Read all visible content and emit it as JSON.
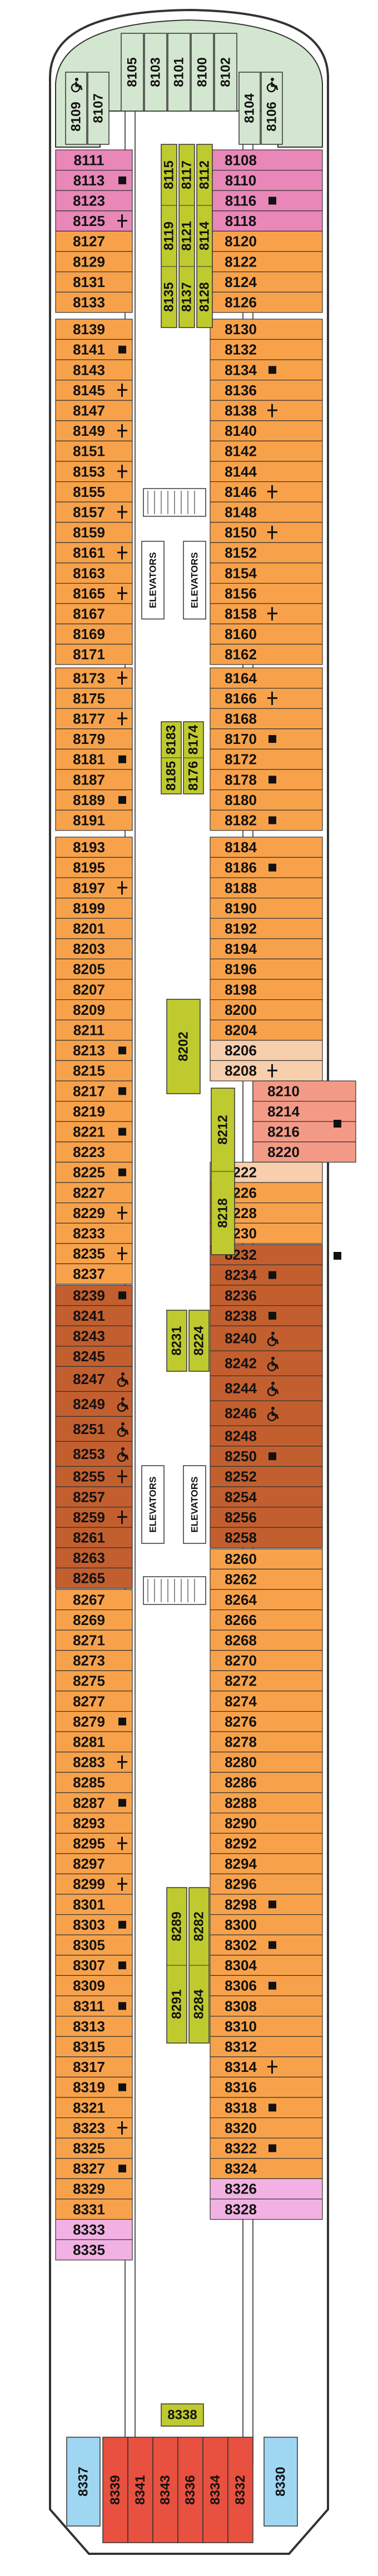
{
  "deck": {
    "colors": {
      "suite_green": "#d3e6cf",
      "pink": "#e887b8",
      "orange": "#f7a24b",
      "olive": "#bfca2e",
      "brown": "#c35f2f",
      "peach": "#f7cfad",
      "salmon": "#f39a86",
      "lavender": "#f1b2e3",
      "blue": "#9fd6f2",
      "red": "#e8503f",
      "white": "#ffffff",
      "hull_outline": "#333333"
    },
    "labels": {
      "elevators": "ELEVATORS"
    },
    "icon_legend": {
      "wheelchair-icon": "accessible cabin",
      "square-icon": "connecting cabin",
      "bed-icon": "third/fourth berth"
    },
    "left_column": [
      {
        "n": "8111",
        "c": "pink"
      },
      {
        "n": "8113",
        "c": "pink",
        "i": "square"
      },
      {
        "n": "8123",
        "c": "pink"
      },
      {
        "n": "8125",
        "c": "pink",
        "i": "bed"
      },
      {
        "n": "8127",
        "c": "orange"
      },
      {
        "n": "8129",
        "c": "orange"
      },
      {
        "n": "8131",
        "c": "orange"
      },
      {
        "n": "8133",
        "c": "orange"
      },
      {
        "n": "8139",
        "c": "orange"
      },
      {
        "n": "8141",
        "c": "orange",
        "i": "square"
      },
      {
        "n": "8143",
        "c": "orange"
      },
      {
        "n": "8145",
        "c": "orange",
        "i": "bed"
      },
      {
        "n": "8147",
        "c": "orange"
      },
      {
        "n": "8149",
        "c": "orange",
        "i": "bed"
      },
      {
        "n": "8151",
        "c": "orange"
      },
      {
        "n": "8153",
        "c": "orange",
        "i": "bed"
      },
      {
        "n": "8155",
        "c": "orange"
      },
      {
        "n": "8157",
        "c": "orange",
        "i": "bed"
      },
      {
        "n": "8159",
        "c": "orange"
      },
      {
        "n": "8161",
        "c": "orange",
        "i": "bed"
      },
      {
        "n": "8163",
        "c": "orange"
      },
      {
        "n": "8165",
        "c": "orange",
        "i": "bed"
      },
      {
        "n": "8167",
        "c": "orange"
      },
      {
        "n": "8169",
        "c": "orange"
      },
      {
        "n": "8171",
        "c": "orange"
      },
      {
        "n": "8173",
        "c": "orange",
        "i": "bed"
      },
      {
        "n": "8175",
        "c": "orange"
      },
      {
        "n": "8177",
        "c": "orange",
        "i": "bed"
      },
      {
        "n": "8179",
        "c": "orange"
      },
      {
        "n": "8181",
        "c": "orange",
        "i": "square"
      },
      {
        "n": "8187",
        "c": "orange"
      },
      {
        "n": "8189",
        "c": "orange",
        "i": "square"
      },
      {
        "n": "8191",
        "c": "orange"
      },
      {
        "n": "8193",
        "c": "orange"
      },
      {
        "n": "8195",
        "c": "orange"
      },
      {
        "n": "8197",
        "c": "orange",
        "i": "bed"
      },
      {
        "n": "8199",
        "c": "orange"
      },
      {
        "n": "8201",
        "c": "orange"
      },
      {
        "n": "8203",
        "c": "orange"
      },
      {
        "n": "8205",
        "c": "orange"
      },
      {
        "n": "8207",
        "c": "orange"
      },
      {
        "n": "8209",
        "c": "orange"
      },
      {
        "n": "8211",
        "c": "orange"
      },
      {
        "n": "8213",
        "c": "orange",
        "i": "square"
      },
      {
        "n": "8215",
        "c": "orange"
      },
      {
        "n": "8217",
        "c": "orange",
        "i": "square"
      },
      {
        "n": "8219",
        "c": "orange"
      },
      {
        "n": "8221",
        "c": "orange",
        "i": "square"
      },
      {
        "n": "8223",
        "c": "orange"
      },
      {
        "n": "8225",
        "c": "orange",
        "i": "square"
      },
      {
        "n": "8227",
        "c": "orange"
      },
      {
        "n": "8229",
        "c": "orange",
        "i": "bed"
      },
      {
        "n": "8233",
        "c": "orange"
      },
      {
        "n": "8235",
        "c": "orange",
        "i": "bed"
      },
      {
        "n": "8237",
        "c": "orange"
      },
      {
        "n": "8239",
        "c": "brown",
        "i": "square"
      },
      {
        "n": "8241",
        "c": "brown"
      },
      {
        "n": "8243",
        "c": "brown"
      },
      {
        "n": "8245",
        "c": "brown"
      },
      {
        "n": "8247",
        "c": "brown",
        "i": "wheelchair",
        "tall": true
      },
      {
        "n": "8249",
        "c": "brown",
        "i": "wheelchair",
        "tall": true
      },
      {
        "n": "8251",
        "c": "brown",
        "i": "wheelchair",
        "tall": true
      },
      {
        "n": "8253",
        "c": "brown",
        "i": "wheelchair",
        "tall": true
      },
      {
        "n": "8255",
        "c": "brown",
        "i": "bed"
      },
      {
        "n": "8257",
        "c": "brown"
      },
      {
        "n": "8259",
        "c": "brown",
        "i": "bed"
      },
      {
        "n": "8261",
        "c": "brown"
      },
      {
        "n": "8263",
        "c": "brown"
      },
      {
        "n": "8265",
        "c": "brown"
      },
      {
        "n": "8267",
        "c": "orange"
      },
      {
        "n": "8269",
        "c": "orange"
      },
      {
        "n": "8271",
        "c": "orange"
      },
      {
        "n": "8273",
        "c": "orange"
      },
      {
        "n": "8275",
        "c": "orange"
      },
      {
        "n": "8277",
        "c": "orange"
      },
      {
        "n": "8279",
        "c": "orange",
        "i": "square"
      },
      {
        "n": "8281",
        "c": "orange"
      },
      {
        "n": "8283",
        "c": "orange",
        "i": "bed"
      },
      {
        "n": "8285",
        "c": "orange"
      },
      {
        "n": "8287",
        "c": "orange",
        "i": "square"
      },
      {
        "n": "8293",
        "c": "orange"
      },
      {
        "n": "8295",
        "c": "orange",
        "i": "bed"
      },
      {
        "n": "8297",
        "c": "orange"
      },
      {
        "n": "8299",
        "c": "orange",
        "i": "bed"
      },
      {
        "n": "8301",
        "c": "orange"
      },
      {
        "n": "8303",
        "c": "orange",
        "i": "square"
      },
      {
        "n": "8305",
        "c": "orange"
      },
      {
        "n": "8307",
        "c": "orange",
        "i": "square"
      },
      {
        "n": "8309",
        "c": "orange"
      },
      {
        "n": "8311",
        "c": "orange",
        "i": "square"
      },
      {
        "n": "8313",
        "c": "orange"
      },
      {
        "n": "8315",
        "c": "orange"
      },
      {
        "n": "8317",
        "c": "orange"
      },
      {
        "n": "8319",
        "c": "orange",
        "i": "square"
      },
      {
        "n": "8321",
        "c": "orange"
      },
      {
        "n": "8323",
        "c": "orange",
        "i": "bed"
      },
      {
        "n": "8325",
        "c": "orange"
      },
      {
        "n": "8327",
        "c": "orange",
        "i": "square"
      },
      {
        "n": "8329",
        "c": "orange"
      },
      {
        "n": "8331",
        "c": "orange"
      },
      {
        "n": "8333",
        "c": "lavender"
      },
      {
        "n": "8335",
        "c": "lavender"
      }
    ],
    "right_column": [
      {
        "n": "8108",
        "c": "pink"
      },
      {
        "n": "8110",
        "c": "pink"
      },
      {
        "n": "8116",
        "c": "pink",
        "i": "square"
      },
      {
        "n": "8118",
        "c": "pink"
      },
      {
        "n": "8120",
        "c": "orange"
      },
      {
        "n": "8122",
        "c": "orange"
      },
      {
        "n": "8124",
        "c": "orange"
      },
      {
        "n": "8126",
        "c": "orange"
      },
      {
        "n": "8130",
        "c": "orange"
      },
      {
        "n": "8132",
        "c": "orange"
      },
      {
        "n": "8134",
        "c": "orange",
        "i": "square"
      },
      {
        "n": "8136",
        "c": "orange"
      },
      {
        "n": "8138",
        "c": "orange",
        "i": "bed"
      },
      {
        "n": "8140",
        "c": "orange"
      },
      {
        "n": "8142",
        "c": "orange"
      },
      {
        "n": "8144",
        "c": "orange"
      },
      {
        "n": "8146",
        "c": "orange",
        "i": "bed"
      },
      {
        "n": "8148",
        "c": "orange"
      },
      {
        "n": "8150",
        "c": "orange",
        "i": "bed"
      },
      {
        "n": "8152",
        "c": "orange"
      },
      {
        "n": "8154",
        "c": "orange"
      },
      {
        "n": "8156",
        "c": "orange"
      },
      {
        "n": "8158",
        "c": "orange",
        "i": "bed"
      },
      {
        "n": "8160",
        "c": "orange"
      },
      {
        "n": "8162",
        "c": "orange"
      },
      {
        "n": "8164",
        "c": "orange"
      },
      {
        "n": "8166",
        "c": "orange",
        "i": "bed"
      },
      {
        "n": "8168",
        "c": "orange"
      },
      {
        "n": "8170",
        "c": "orange",
        "i": "square"
      },
      {
        "n": "8172",
        "c": "orange"
      },
      {
        "n": "8178",
        "c": "orange",
        "i": "square"
      },
      {
        "n": "8180",
        "c": "orange"
      },
      {
        "n": "8182",
        "c": "orange",
        "i": "square"
      },
      {
        "n": "8184",
        "c": "orange"
      },
      {
        "n": "8186",
        "c": "orange",
        "i": "square"
      },
      {
        "n": "8188",
        "c": "orange"
      },
      {
        "n": "8190",
        "c": "orange"
      },
      {
        "n": "8192",
        "c": "orange"
      },
      {
        "n": "8194",
        "c": "orange"
      },
      {
        "n": "8196",
        "c": "orange"
      },
      {
        "n": "8198",
        "c": "orange"
      },
      {
        "n": "8200",
        "c": "orange"
      },
      {
        "n": "8204",
        "c": "orange"
      },
      {
        "n": "8206",
        "c": "peach"
      },
      {
        "n": "8208",
        "c": "peach",
        "i": "bed"
      },
      {
        "n": "8210",
        "c": "salmon",
        "wide": true
      },
      {
        "n": "8214",
        "c": "salmon",
        "wide": true
      },
      {
        "n": "8216",
        "c": "salmon",
        "wide": true
      },
      {
        "n": "8220",
        "c": "salmon",
        "wide": true
      },
      {
        "n": "8222",
        "c": "peach"
      },
      {
        "n": "8226",
        "c": "orange"
      },
      {
        "n": "8228",
        "c": "orange"
      },
      {
        "n": "8230",
        "c": "orange"
      },
      {
        "n": "8232",
        "c": "brown"
      },
      {
        "n": "8234",
        "c": "brown",
        "i": "square"
      },
      {
        "n": "8236",
        "c": "brown"
      },
      {
        "n": "8238",
        "c": "brown",
        "i": "square"
      },
      {
        "n": "8240",
        "c": "brown",
        "i": "wheelchair",
        "tall": true
      },
      {
        "n": "8242",
        "c": "brown",
        "i": "wheelchair",
        "tall": true
      },
      {
        "n": "8244",
        "c": "brown",
        "i": "wheelchair",
        "tall": true
      },
      {
        "n": "8246",
        "c": "brown",
        "i": "wheelchair",
        "tall": true
      },
      {
        "n": "8248",
        "c": "brown"
      },
      {
        "n": "8250",
        "c": "brown",
        "i": "square"
      },
      {
        "n": "8252",
        "c": "brown"
      },
      {
        "n": "8254",
        "c": "brown"
      },
      {
        "n": "8256",
        "c": "brown"
      },
      {
        "n": "8258",
        "c": "brown"
      },
      {
        "n": "8260",
        "c": "orange"
      },
      {
        "n": "8262",
        "c": "orange"
      },
      {
        "n": "8264",
        "c": "orange"
      },
      {
        "n": "8266",
        "c": "orange"
      },
      {
        "n": "8268",
        "c": "orange"
      },
      {
        "n": "8270",
        "c": "orange"
      },
      {
        "n": "8272",
        "c": "orange"
      },
      {
        "n": "8274",
        "c": "orange"
      },
      {
        "n": "8276",
        "c": "orange"
      },
      {
        "n": "8278",
        "c": "orange"
      },
      {
        "n": "8280",
        "c": "orange"
      },
      {
        "n": "8286",
        "c": "orange"
      },
      {
        "n": "8288",
        "c": "orange"
      },
      {
        "n": "8290",
        "c": "orange"
      },
      {
        "n": "8292",
        "c": "orange"
      },
      {
        "n": "8294",
        "c": "orange"
      },
      {
        "n": "8296",
        "c": "orange"
      },
      {
        "n": "8298",
        "c": "orange",
        "i": "square"
      },
      {
        "n": "8300",
        "c": "orange"
      },
      {
        "n": "8302",
        "c": "orange",
        "i": "square"
      },
      {
        "n": "8304",
        "c": "orange"
      },
      {
        "n": "8306",
        "c": "orange",
        "i": "square"
      },
      {
        "n": "8308",
        "c": "orange"
      },
      {
        "n": "8310",
        "c": "orange"
      },
      {
        "n": "8312",
        "c": "orange"
      },
      {
        "n": "8314",
        "c": "orange",
        "i": "bed"
      },
      {
        "n": "8316",
        "c": "orange"
      },
      {
        "n": "8318",
        "c": "orange",
        "i": "square"
      },
      {
        "n": "8320",
        "c": "orange"
      },
      {
        "n": "8322",
        "c": "orange",
        "i": "square"
      },
      {
        "n": "8324",
        "c": "orange"
      },
      {
        "n": "8326",
        "c": "lavender"
      },
      {
        "n": "8328",
        "c": "lavender"
      }
    ],
    "bow_cabins": [
      {
        "n": "8109",
        "c": "suite_green",
        "i": "wheelchair"
      },
      {
        "n": "8107",
        "c": "suite_green"
      },
      {
        "n": "8105",
        "c": "suite_green"
      },
      {
        "n": "8103",
        "c": "suite_green"
      },
      {
        "n": "8101",
        "c": "suite_green"
      },
      {
        "n": "8100",
        "c": "suite_green"
      },
      {
        "n": "8102",
        "c": "suite_green"
      },
      {
        "n": "8104",
        "c": "suite_green"
      },
      {
        "n": "8106",
        "c": "suite_green",
        "i": "wheelchair"
      }
    ],
    "center_blocks": [
      {
        "n": [
          "8115",
          "8119",
          "8135"
        ],
        "c": "olive"
      },
      {
        "n": [
          "8117",
          "8121",
          "8137"
        ],
        "c": "olive"
      },
      {
        "n": [
          "8112",
          "8114",
          "8128"
        ],
        "c": "olive"
      },
      {
        "n": [
          "8183",
          "8185"
        ],
        "c": "olive"
      },
      {
        "n": [
          "8174",
          "8176"
        ],
        "c": "olive"
      },
      {
        "n": [
          "8202"
        ],
        "c": "olive"
      },
      {
        "n": [
          "8212",
          "8218"
        ],
        "c": "olive"
      },
      {
        "n": [
          "8231"
        ],
        "c": "olive"
      },
      {
        "n": [
          "8224"
        ],
        "c": "olive"
      },
      {
        "n": [
          "8289",
          "8291"
        ],
        "c": "olive"
      },
      {
        "n": [
          "8282",
          "8284"
        ],
        "c": "olive"
      },
      {
        "n": [
          "8338"
        ],
        "c": "olive"
      }
    ],
    "stern_cabins": [
      {
        "n": "8337",
        "c": "blue"
      },
      {
        "n": "8339",
        "c": "red"
      },
      {
        "n": "8341",
        "c": "red"
      },
      {
        "n": "8343",
        "c": "red"
      },
      {
        "n": "8336",
        "c": "red"
      },
      {
        "n": "8334",
        "c": "red"
      },
      {
        "n": "8332",
        "c": "red"
      },
      {
        "n": "8330",
        "c": "blue"
      }
    ]
  }
}
